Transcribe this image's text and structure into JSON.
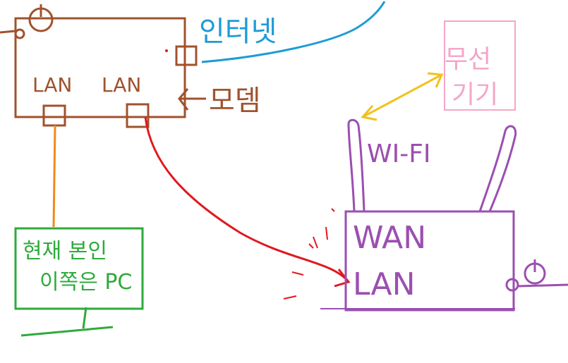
{
  "colors": {
    "modem": "#a0522d",
    "internet": "#1e9bd7",
    "pc": "#2eaa3c",
    "router": "#9b4fb0",
    "cable_red": "#e0191e",
    "cable_orange": "#f08a1c",
    "mobile": "#f4a6c8",
    "wifi_arrow": "#f2c21b"
  },
  "modem": {
    "lan_left": "LAN",
    "lan_right": "LAN",
    "label": "모뎀"
  },
  "internet": {
    "label": "인터넷"
  },
  "pc": {
    "line1": "현재 본인",
    "line2": "이쪽은 PC"
  },
  "router": {
    "wifi": "WI-FI",
    "wan": "WAN",
    "lan": "LAN"
  },
  "mobile": {
    "line1": "무선",
    "line2": "기기"
  },
  "icons": {
    "modem_power": "power-icon",
    "router_power": "power-icon"
  }
}
